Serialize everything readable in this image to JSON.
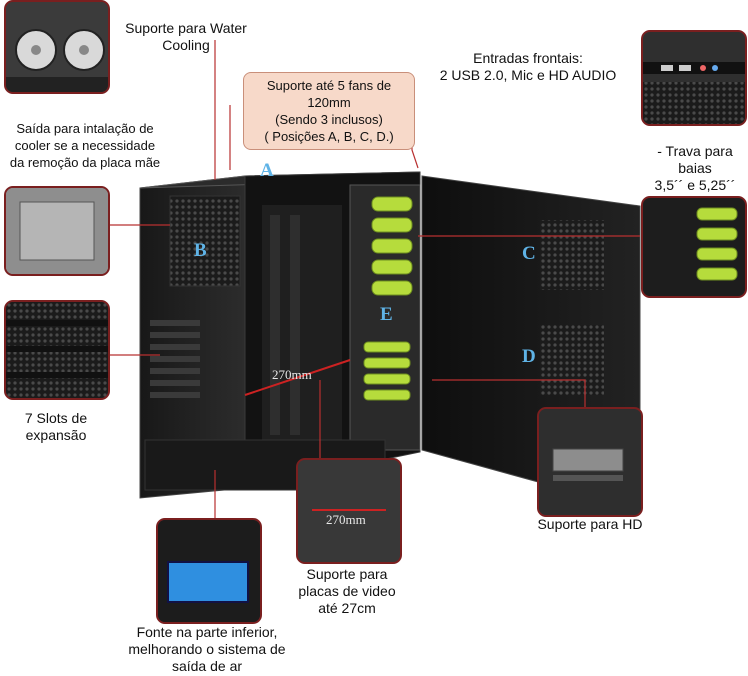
{
  "labels": {
    "water_cooling": [
      "Suporte para Water",
      "Cooling"
    ],
    "fans_callout": [
      "Suporte até 5 fans de",
      "120mm",
      "(Sendo 3 inclusos)",
      "( Posições A, B, C, D.)"
    ],
    "front_inputs": [
      "Entradas frontais:",
      "2 USB 2.0, Mic e HD AUDIO"
    ],
    "cooler_exit": [
      "Saída para intalação de",
      "cooler se a necessidade",
      "da remoção da placa mãe"
    ],
    "bay_lock": [
      "- Trava para",
      "baias",
      "3,5´´ e 5,25´´"
    ],
    "slots": [
      "7 Slots de",
      "expansão"
    ],
    "hd_support": "Suporte para HD",
    "gpu_support": [
      "Suporte para",
      "placas de video",
      "até 27cm"
    ],
    "psu_bottom": [
      "Fonte na parte inferior,",
      "melhorando o sistema de",
      "saída de ar"
    ]
  },
  "position_letters": [
    "A",
    "B",
    "C",
    "D",
    "E"
  ],
  "measure_main": "270mm",
  "measure_inset": "270mm",
  "colors": {
    "frame": "#7a1f1f",
    "callout_bg": "#f7d9c9",
    "letter": "#5fb3e6",
    "bay_green": "#b6dc3c"
  }
}
